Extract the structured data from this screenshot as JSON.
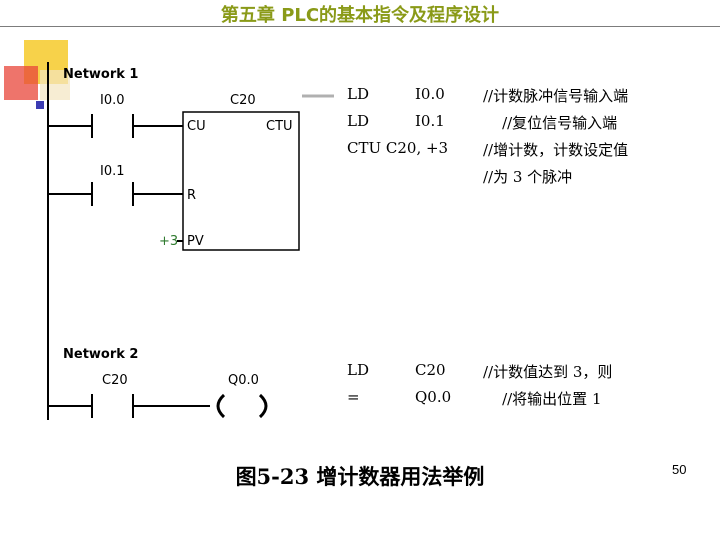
{
  "header": {
    "title": "第五章  PLC的基本指令及程序设计"
  },
  "ladder": {
    "network1": {
      "title": "Network 1",
      "contact1": "I0.0",
      "contact2": "I0.1",
      "counter_name": "C20",
      "pin_cu": "CU",
      "pin_ctu": "CTU",
      "pin_r": "R",
      "pin_pv": "PV",
      "preset": "+3"
    },
    "network2": {
      "title": "Network 2",
      "contact": "C20",
      "coil": "Q0.0"
    }
  },
  "code": {
    "block1": [
      {
        "op": "LD",
        "operand": "I0.0",
        "comment": "//计数脉冲信号输入端"
      },
      {
        "op": "LD",
        "operand": "I0.1",
        "comment": "    //复位信号输入端"
      },
      {
        "op": "CTU C20, +3",
        "operand": "",
        "comment": "//增计数，计数设定值"
      },
      {
        "op": "",
        "operand": "",
        "comment": "//为 3 个脉冲"
      }
    ],
    "block2": [
      {
        "op": "LD",
        "operand": "C20",
        "comment": "//计数值达到 3，则"
      },
      {
        "op": "=",
        "operand": "Q0.0",
        "comment": "    //将输出位置 1"
      }
    ]
  },
  "caption": "图5-23  增计数器用法举例",
  "page_number": "50",
  "colors": {
    "title": "#8a9a18",
    "deco_yellow": "#f7d24a",
    "deco_red": "#e8453a",
    "deco_blue": "#3b3bb3"
  }
}
